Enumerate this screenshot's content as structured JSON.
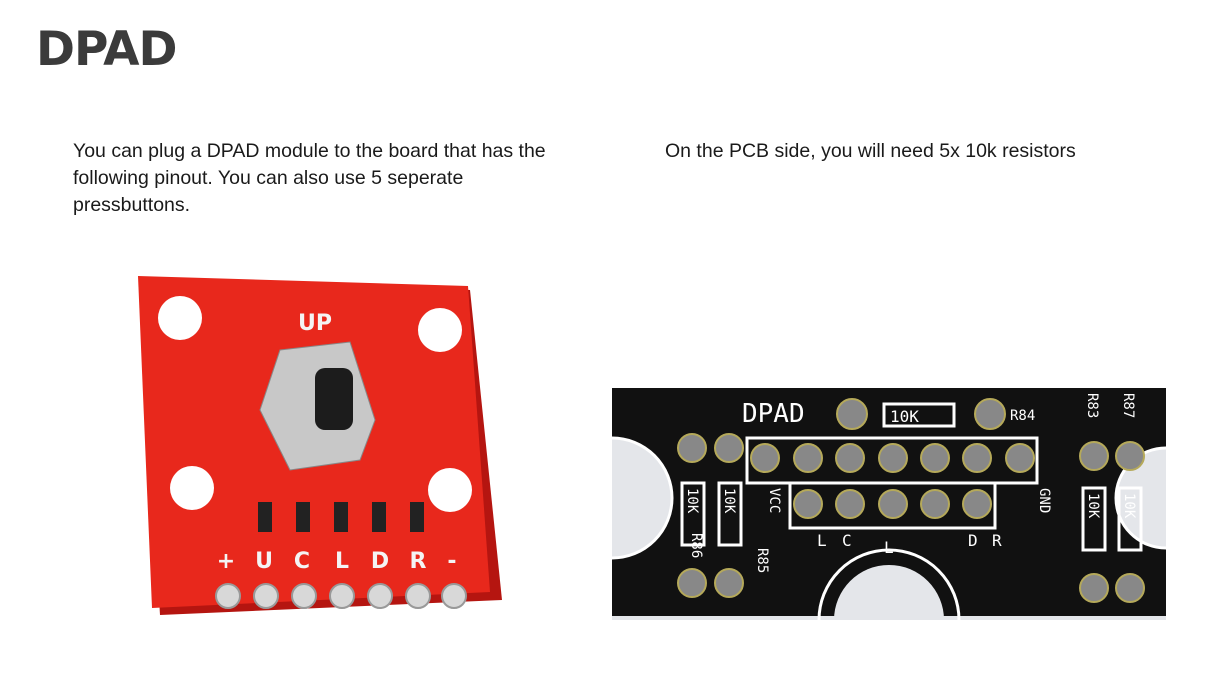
{
  "slide": {
    "title": "DPAD",
    "left_text": "You can plug a DPAD module to the board that has the following pinout. You can also use 5 seperate pressbuttons.",
    "right_text": "On the PCB side, you will need 5x 10k resistors"
  },
  "module_image": {
    "top_label": "UP",
    "pin_labels": [
      "+",
      "U",
      "C",
      "L",
      "D",
      "R",
      "-"
    ],
    "board_color": "#e8281c"
  },
  "pcb_image": {
    "title": "DPAD",
    "resistor_value": "10K",
    "refs": [
      "R84",
      "R86",
      "R83",
      "R87",
      "R85"
    ],
    "vcc": "VCC",
    "gnd": "GND",
    "bottom_labels": [
      "L",
      "C",
      "L",
      "D",
      "R"
    ]
  }
}
